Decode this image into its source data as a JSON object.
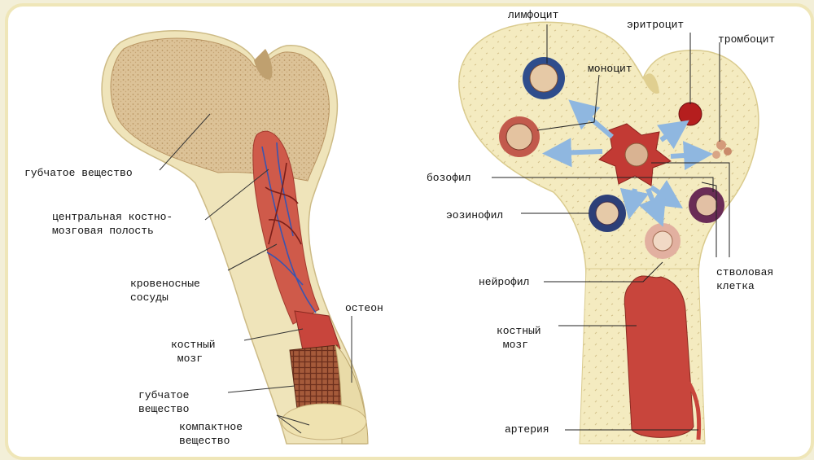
{
  "left": {
    "labels": {
      "spongy_top": "губчатое вещество",
      "central_cavity": "центральная костно-\nмозговая полость",
      "vessels": "кровеносные\nсосуды",
      "marrow": "костный\n мозг",
      "osteon": "остеон",
      "spongy_bottom": "губчатое\nвещество",
      "compact": "компактное\nвещество"
    }
  },
  "right": {
    "labels": {
      "lymphocyte": "лимфоцит",
      "erythrocyte": "эритроцит",
      "thrombocyte": "тромбоцит",
      "monocyte": "моноцит",
      "basophil": "бозофил",
      "eosinophil": "эозинофил",
      "neutrophil": "нейрофил",
      "stem_cell": "стволовая\nклетка",
      "marrow": "костный\n мозг",
      "artery": "артерия"
    }
  },
  "colors": {
    "bone_ivory": "#f0e6b8",
    "spongy": "#d8b98c",
    "marrow_red": "#c8453c",
    "vein_blue": "#3a55b0",
    "arrow_blue": "#8fb7e0"
  }
}
